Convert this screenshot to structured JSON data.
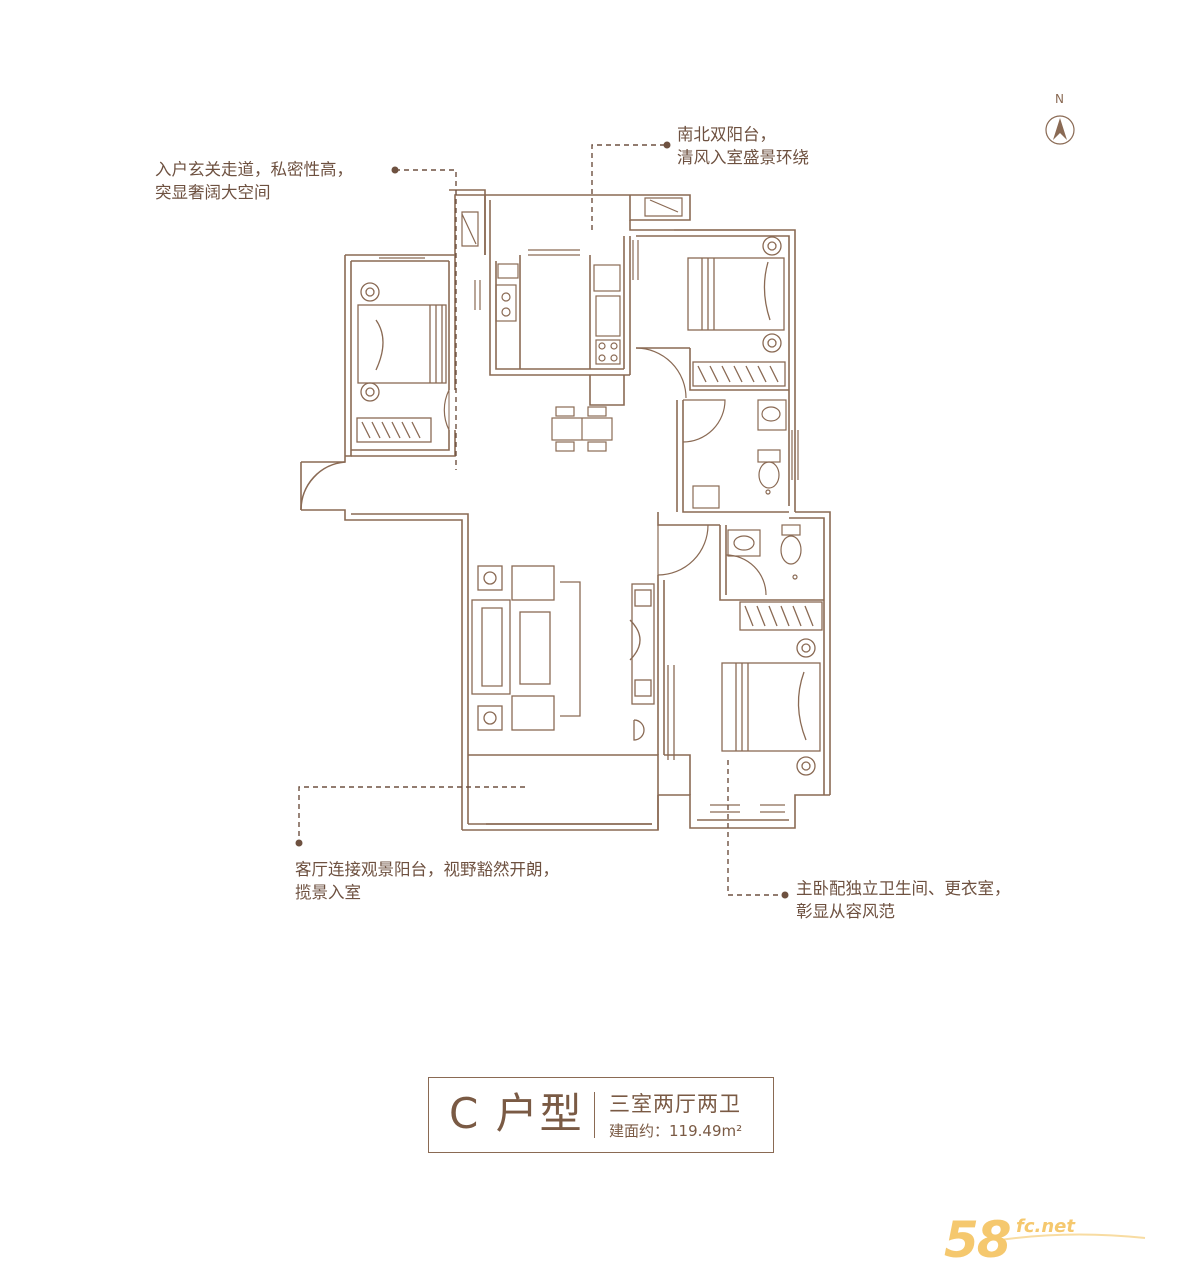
{
  "compass": {
    "letter": "N"
  },
  "annotations": {
    "entrance": {
      "line1": "入户玄关走道，私密性高，",
      "line2": "突显奢阔大空间"
    },
    "balcony_ns": {
      "line1": "南北双阳台，",
      "line2": "清风入室盛景环绕"
    },
    "living": {
      "line1": "客厅连接观景阳台，视野豁然开朗，",
      "line2": "揽景入室"
    },
    "master": {
      "line1": "主卧配独立卫生间、更衣室，",
      "line2": "彰显从容风范"
    }
  },
  "unit": {
    "type_name": "C 户型",
    "rooms": "三室两厅两卫",
    "area": "建面约：119.49m²"
  },
  "logo": {
    "number": "58",
    "domain": "fc.net"
  },
  "colors": {
    "line": "#8a6a54",
    "text": "#6e5140",
    "logo": "#f5c86e"
  }
}
